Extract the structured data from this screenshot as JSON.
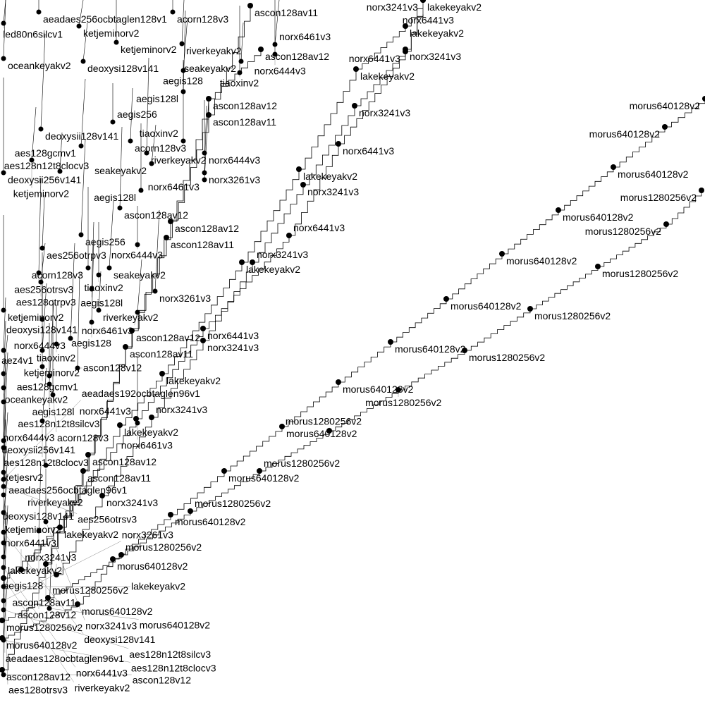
{
  "chart_data": {
    "type": "line",
    "title": "",
    "xlabel": "",
    "ylabel": "",
    "xlim": [
      0,
      100
    ],
    "ylim": [
      0,
      100
    ],
    "grid": false,
    "legend": "none",
    "series": [
      {
        "name": "morus640128v2",
        "points": [
          [
            0.3,
            9.5
          ],
          [
            11,
            14.3
          ],
          [
            16,
            20.7
          ],
          [
            24.2,
            27
          ],
          [
            31.8,
            33.2
          ],
          [
            40,
            39.5
          ],
          [
            48,
            45.8
          ],
          [
            55.4,
            51.5
          ],
          [
            63.3,
            57.6
          ],
          [
            71.2,
            64
          ],
          [
            79.2,
            70.2
          ],
          [
            87,
            76.3
          ],
          [
            94.3,
            82
          ],
          [
            100,
            86
          ]
        ]
      },
      {
        "name": "morus1280256v2",
        "points": [
          [
            0.3,
            12
          ],
          [
            6.8,
            15.2
          ],
          [
            17.2,
            21.3
          ],
          [
            27,
            27.5
          ],
          [
            36.8,
            33.2
          ],
          [
            46.7,
            38.9
          ],
          [
            56.5,
            44.7
          ],
          [
            65.9,
            50.3
          ],
          [
            75.2,
            56.2
          ],
          [
            84.8,
            62.2
          ],
          [
            94.5,
            68.2
          ],
          [
            99.5,
            73
          ]
        ]
      },
      {
        "name": "lakekeyakv2",
        "points": [
          [
            0.5,
            18
          ],
          [
            8.5,
            25.2
          ],
          [
            17,
            39.7
          ],
          [
            23,
            47
          ],
          [
            34.3,
            62.8
          ],
          [
            42.4,
            76
          ],
          [
            50.5,
            90.2
          ],
          [
            57.5,
            96.3
          ],
          [
            60,
            100
          ]
        ]
      },
      {
        "name": "norx3241v3",
        "points": [
          [
            8,
            18.5
          ],
          [
            14.5,
            29.7
          ],
          [
            21.5,
            40.8
          ],
          [
            28.8,
            51.7
          ],
          [
            35.8,
            62.8
          ],
          [
            43,
            73.8
          ],
          [
            50.3,
            85
          ],
          [
            57.5,
            93
          ],
          [
            60,
            100
          ]
        ]
      },
      {
        "name": "norx6441v3",
        "points": [
          [
            3,
            19.2
          ],
          [
            19.3,
            40.6
          ],
          [
            28.8,
            53.4
          ],
          [
            41,
            66.6
          ],
          [
            48,
            79.6
          ],
          [
            57.5,
            92.7
          ],
          [
            60,
            100
          ]
        ]
      },
      {
        "name": "ascon128av11",
        "points": [
          [
            6.5,
            20
          ],
          [
            11.8,
            33.2
          ],
          [
            17.8,
            50.8
          ],
          [
            23.6,
            66.3
          ],
          [
            29.6,
            83.7
          ],
          [
            35.5,
            99.2
          ]
        ]
      },
      {
        "name": "ascon128av12",
        "points": [
          [
            0.3,
            5
          ],
          [
            12.5,
            35.5
          ],
          [
            18.7,
            53.1
          ],
          [
            24.2,
            68.6
          ],
          [
            29.6,
            86
          ],
          [
            37,
            93
          ]
        ]
      }
    ],
    "annotations": [
      {
        "label": "aeadaes256ocbtaglen128v1",
        "x": 5.5,
        "y": 97.8
      },
      {
        "label": "led80n6silcv1",
        "x": 0.5,
        "y": 96.2
      },
      {
        "label": "ketjeminorv2",
        "x": 11.2,
        "y": 95.8
      },
      {
        "label": "acorn128v3",
        "x": 24.5,
        "y": 97.8
      },
      {
        "label": "oceankeyakv2",
        "x": 0.5,
        "y": 91.2
      },
      {
        "label": "deoxysi128v141",
        "x": 11.8,
        "y": 90.8
      },
      {
        "label": "ketjeminorv2",
        "x": 16.5,
        "y": 93.5
      },
      {
        "label": "riverkeyakv2",
        "x": 25.8,
        "y": 93.3
      },
      {
        "label": "norx6461v3",
        "x": 39,
        "y": 93.2
      },
      {
        "label": "norx6444v3",
        "x": 39,
        "y": 91.8
      },
      {
        "label": "seakeyakv2",
        "x": 34.2,
        "y": 90.8
      },
      {
        "label": "aegis128",
        "x": 26,
        "y": 89.5
      },
      {
        "label": "tiaoxinv2",
        "x": 34,
        "y": 89.2
      },
      {
        "label": "aegis128l",
        "x": 26,
        "y": 86.5
      },
      {
        "label": "deoxysii128v141",
        "x": 5.8,
        "y": 81.2
      },
      {
        "label": "aegis256",
        "x": 16,
        "y": 82.2
      },
      {
        "label": "acorn128v3",
        "x": 18.5,
        "y": 79.5
      },
      {
        "label": "aes128gcmv1",
        "x": 11.5,
        "y": 78.8
      },
      {
        "label": "tiaoxinv2",
        "x": 26,
        "y": 79.5
      },
      {
        "label": "riverkeyakv2",
        "x": 20.8,
        "y": 77.8
      },
      {
        "label": "seakeyakv2",
        "x": 21.5,
        "y": 76.3
      },
      {
        "label": "norx6444v3",
        "x": 29,
        "y": 77.8
      },
      {
        "label": "norx3261v3",
        "x": 29,
        "y": 75
      },
      {
        "label": "norx6461v3",
        "x": 29,
        "y": 74
      },
      {
        "label": "deoxysii256v141",
        "x": 0.5,
        "y": 75
      },
      {
        "label": "aes128n12t8clocv3",
        "x": 8.5,
        "y": 75.2
      },
      {
        "label": "ketjeminorv2",
        "x": 4.5,
        "y": 76.8
      },
      {
        "label": "aegis128l",
        "x": 20,
        "y": 72.5
      },
      {
        "label": "ascon128av12",
        "x": 17,
        "y": 70
      },
      {
        "label": "aegis256",
        "x": 11.5,
        "y": 66.2
      },
      {
        "label": "norx6444v3",
        "x": 19.5,
        "y": 64.8
      },
      {
        "label": "aes256otrpv3",
        "x": 6,
        "y": 64.3
      },
      {
        "label": "seakeyakv2",
        "x": 15.5,
        "y": 61.5
      },
      {
        "label": "acorn128v3",
        "x": 12.5,
        "y": 61.5
      },
      {
        "label": "aes256otrsv3",
        "x": 5.5,
        "y": 60.8
      },
      {
        "label": "aes128otrpv3",
        "x": 5.8,
        "y": 59.5
      },
      {
        "label": "tiaoxinv2",
        "x": 14,
        "y": 60.5
      },
      {
        "label": "aegis128l",
        "x": 13,
        "y": 58.5
      },
      {
        "label": "norx3261v3",
        "x": 22,
        "y": 58.2
      },
      {
        "label": "ketjeminorv2",
        "x": 0.5,
        "y": 55.5
      },
      {
        "label": "riverkeyakv2",
        "x": 14,
        "y": 55.5
      },
      {
        "label": "norx6461v3",
        "x": 19.5,
        "y": 55.2
      },
      {
        "label": "deoxysi128v141",
        "x": 6,
        "y": 54.2
      },
      {
        "label": "aegis128",
        "x": 13,
        "y": 53.8
      },
      {
        "label": "norx6444v3",
        "x": 10,
        "y": 51.5
      },
      {
        "label": "tiaoxinv2",
        "x": 8,
        "y": 50.7
      },
      {
        "label": "aez4v1",
        "x": 0.5,
        "y": 49.8
      },
      {
        "label": "ketjeminorv2",
        "x": 6,
        "y": 49.8
      },
      {
        "label": "aes128gcmv1",
        "x": 6,
        "y": 47.5
      },
      {
        "label": "ascon128v12",
        "x": 11,
        "y": 47.3
      },
      {
        "label": "oceankeyakv2",
        "x": 0.5,
        "y": 46.5
      },
      {
        "label": "aes128n12t8silcv3",
        "x": 7,
        "y": 46.2
      },
      {
        "label": "norx6444v3",
        "x": 0.5,
        "y": 44.5
      },
      {
        "label": "aegis128l",
        "x": 7,
        "y": 45
      },
      {
        "label": "acorn128v3",
        "x": 7.5,
        "y": 43.5
      },
      {
        "label": "deoxysii256v141",
        "x": 0.5,
        "y": 42.5
      },
      {
        "label": "aes128n12t8clocv3",
        "x": 6,
        "y": 39.8
      },
      {
        "label": "norx6461v3",
        "x": 19.5,
        "y": 39.5
      },
      {
        "label": "ketjesrv2",
        "x": 0.5,
        "y": 37
      },
      {
        "label": "aeadaes256ocbtaglen96v1",
        "x": 0.5,
        "y": 36
      },
      {
        "label": "riverkeyakv2",
        "x": 6.5,
        "y": 33.5
      },
      {
        "label": "deoxysi128v141",
        "x": 0.5,
        "y": 32.5
      },
      {
        "label": "aeadaes192ocbtaglen96v1",
        "x": 0.5,
        "y": 31.5
      },
      {
        "label": "aes256otrsv3",
        "x": 0.5,
        "y": 30.5
      },
      {
        "label": "ketjeminorv2",
        "x": 0.5,
        "y": 29.3
      },
      {
        "label": "aeadaes128ocbtaglen96v1",
        "x": 0.5,
        "y": 26.8
      },
      {
        "label": "norx3241v3",
        "x": 6.5,
        "y": 25.5
      },
      {
        "label": "ascon128v12",
        "x": 5.5,
        "y": 24.2
      },
      {
        "label": "deoxysi128v141",
        "x": 0.5,
        "y": 24
      },
      {
        "label": "aes128otrsv3",
        "x": 0.5,
        "y": 22.5
      },
      {
        "label": "aegis128",
        "x": 0.5,
        "y": 20.5
      },
      {
        "label": "norx6441v3",
        "x": 0.5,
        "y": 19
      },
      {
        "label": "riverkeyakv2",
        "x": 0.5,
        "y": 17.5
      },
      {
        "label": "lakekeyakv2",
        "x": 0.5,
        "y": 16.3
      },
      {
        "label": "norx3261v3",
        "x": 0.5,
        "y": 14.3
      },
      {
        "label": "aes128n12t8silcv3",
        "x": 0.5,
        "y": 13
      },
      {
        "label": "morus640128v2",
        "x": 7,
        "y": 13.2
      },
      {
        "label": "aes128n12t8clocv3",
        "x": 0.5,
        "y": 8.7
      },
      {
        "label": "ascon128v12",
        "x": 0.5,
        "y": 3.8
      }
    ]
  }
}
